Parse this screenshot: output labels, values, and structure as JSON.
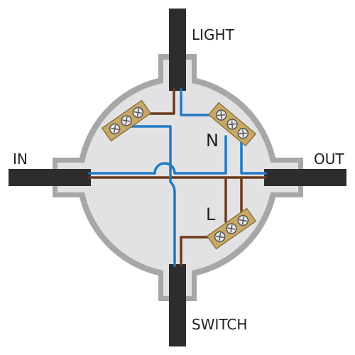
{
  "labels": {
    "light": "LIGHT",
    "in": "IN",
    "out": "OUT",
    "switch": "SWITCH",
    "neutral": "N",
    "live": "L"
  },
  "colors": {
    "box_fill": "#e2e2e5",
    "box_outline": "#a7a7a9",
    "cable": "#2d2d2d",
    "neutral_wire": "#1f7ac4",
    "live_wire": "#6b3a1c",
    "terminal_block": "#c9a865",
    "screw": "#e9e9e9"
  },
  "icons": {
    "terminal": "screw-terminal-block-icon"
  }
}
